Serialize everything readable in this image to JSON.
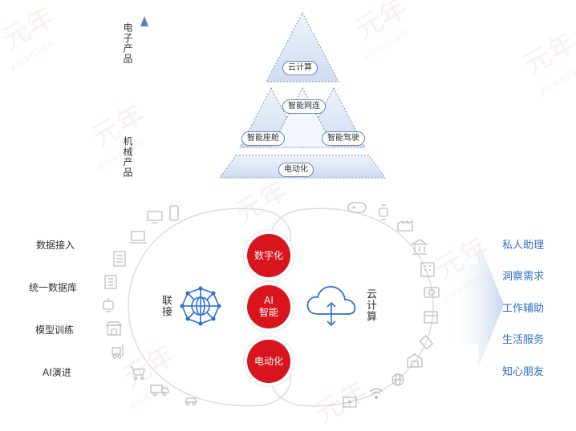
{
  "axis": {
    "top_label": "电子产品",
    "bottom_label": "机械产品"
  },
  "pyramid": {
    "cloud": "云计算",
    "network": "智能网连",
    "cockpit": "智能座舱",
    "driving": "智能驾驶",
    "electrify": "电动化"
  },
  "left_list": [
    "数据接入",
    "统一数据库",
    "模型训练",
    "AI演进"
  ],
  "center": {
    "connect_label": "联接",
    "cloud_label": "云计算",
    "top_circle": "数字化",
    "middle_circle": "AI\n智能",
    "bottom_circle": "电动化"
  },
  "right_list": [
    "私人助理",
    "洞察需求",
    "工作辅助",
    "生活服务",
    "知心朋友"
  ],
  "watermark": {
    "cn": "元年",
    "en": "yuanian"
  },
  "colors": {
    "red": "#d8141c",
    "blue_text": "#2f6fcf",
    "pyramid_fill": "#dde6f4"
  }
}
